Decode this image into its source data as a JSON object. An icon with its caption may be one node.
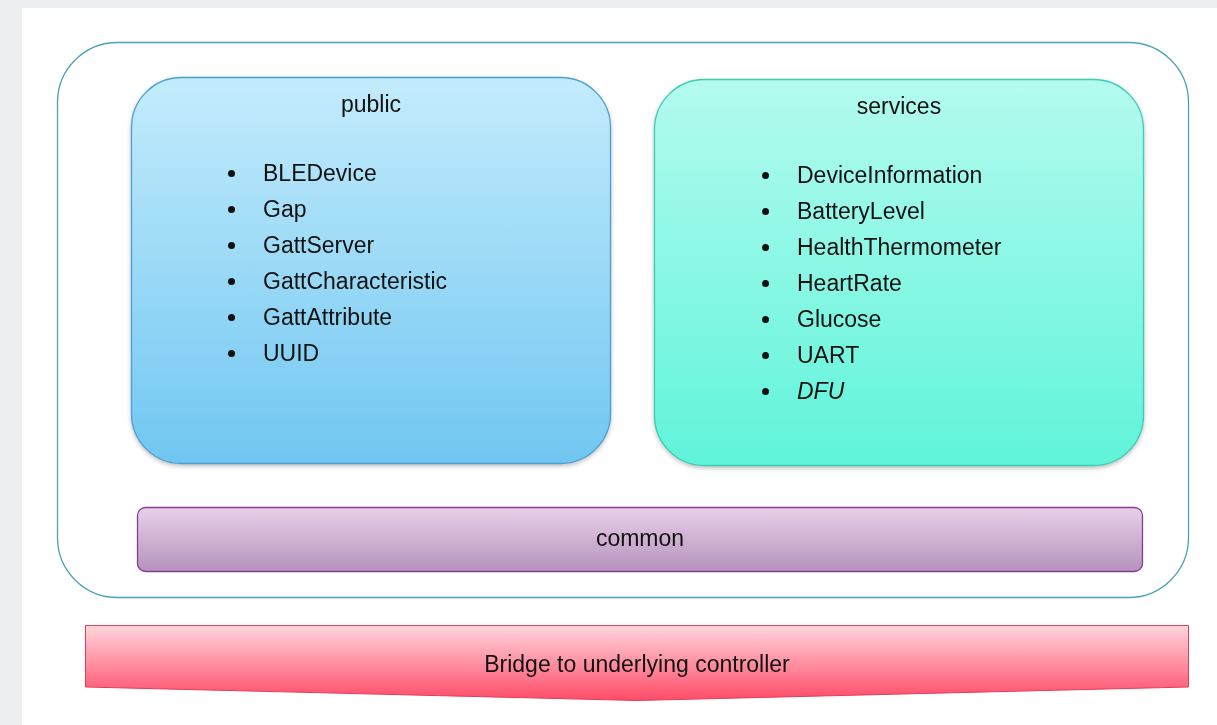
{
  "diagram": {
    "nodes": [
      {
        "text": [],
        "shape": "box"
      },
      {
        "text": [
          "public",
          "BLEDevice",
          "Gap",
          "GattServer",
          "GattCharacteristic",
          "GattAttribute",
          "UUID"
        ],
        "in": 0
      },
      {
        "text": [
          "services",
          "DeviceInformation",
          "BatteryLevel",
          "HealthThermometer",
          "HeartRate",
          "Glucose",
          "UART",
          "*DFU*"
        ],
        "in": 0
      },
      {
        "text": [
          "common"
        ],
        "in": 0
      },
      {
        "text": [
          "Bridge to underlying controller"
        ]
      }
    ]
  }
}
